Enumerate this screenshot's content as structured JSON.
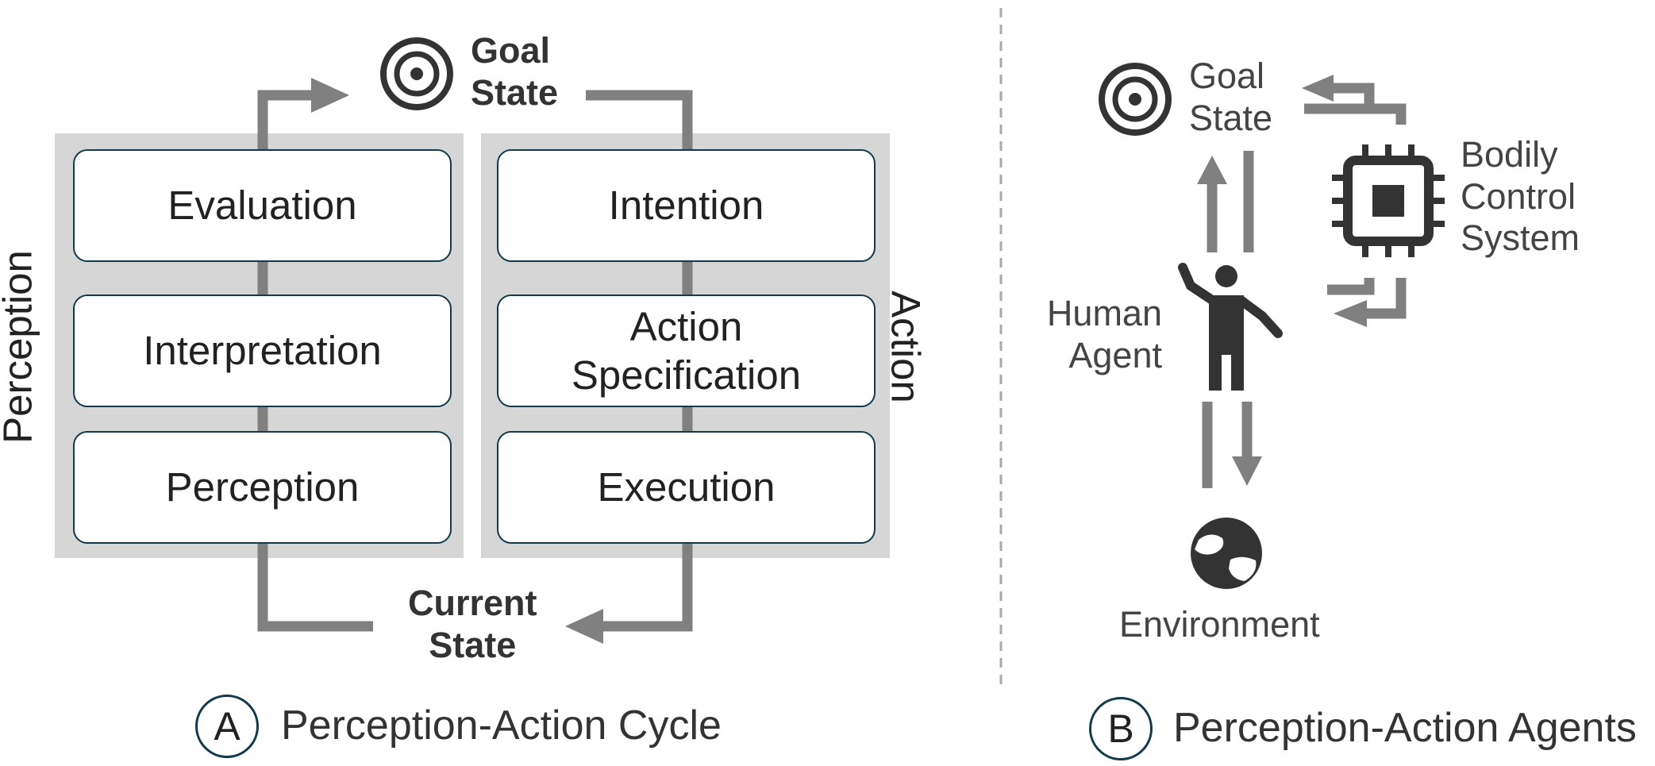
{
  "panel_a": {
    "side_label_left": "Perception",
    "side_label_right": "Action",
    "goal_state": "Goal\nState",
    "current_state": "Current\nState",
    "perception_boxes": [
      "Evaluation",
      "Interpretation",
      "Perception"
    ],
    "action_boxes": [
      "Intention",
      "Action\nSpecification",
      "Execution"
    ],
    "caption_letter": "A",
    "caption_text": "Perception-Action Cycle"
  },
  "panel_b": {
    "goal_state": "Goal\nState",
    "bodily_control": "Bodily\nControl\nSystem",
    "human_agent": "Human\nAgent",
    "environment": "Environment",
    "caption_letter": "B",
    "caption_text": "Perception-Action Agents"
  },
  "colors": {
    "panel_background": "#d6d6d6",
    "box_border": "#123a4a",
    "arrow": "#7f7f7f",
    "icon": "#333333"
  },
  "icons": [
    "target-icon",
    "target-icon",
    "chip-icon",
    "person-icon",
    "globe-icon"
  ]
}
